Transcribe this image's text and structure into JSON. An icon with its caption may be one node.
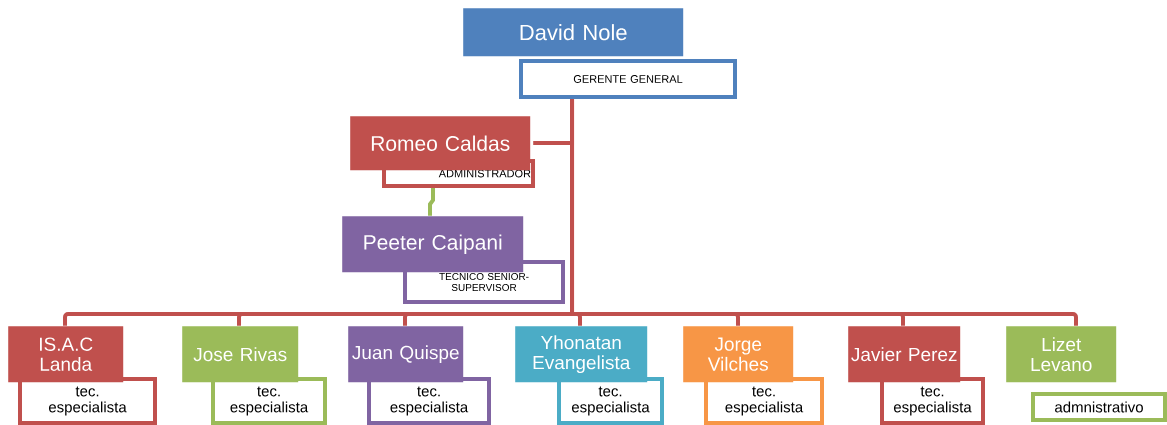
{
  "diagram": {
    "nodes": [
      {
        "text": [
          "David Nole",
          "GERENTE GENERAL"
        ]
      },
      {
        "text": [
          "Romeo Caldas",
          "ADMINISTRADOR"
        ]
      },
      {
        "text": [
          "Peeter Caipani",
          "TECNICO SENIOR-SUPERVISOR"
        ]
      },
      {
        "text": [
          "IS.A.C Landa",
          "tec. especialista"
        ]
      },
      {
        "text": [
          "Jose Rivas",
          "tec. especialista"
        ]
      },
      {
        "text": [
          "Juan Quispe",
          "tec. especialista"
        ]
      },
      {
        "text": [
          "Yhonatan Evangelista",
          "tec. especialista"
        ]
      },
      {
        "text": [
          "Jorge Vilches",
          "tec. especialista"
        ]
      },
      {
        "text": [
          "Javier Perez",
          "tec. especialista"
        ]
      },
      {
        "text": [
          "Lizet Levano",
          "admnistrativo"
        ]
      }
    ],
    "edges": [
      {
        "from": 0,
        "to": 1,
        "arrow": "none"
      },
      {
        "from": 1,
        "to": 2,
        "arrow": "none",
        "color": "#9bbb59"
      },
      {
        "from": 0,
        "to": 3,
        "arrow": "none"
      },
      {
        "from": 0,
        "to": 4,
        "arrow": "none"
      },
      {
        "from": 0,
        "to": 5,
        "arrow": "none"
      },
      {
        "from": 0,
        "to": 6,
        "arrow": "none"
      },
      {
        "from": 0,
        "to": 7,
        "arrow": "none"
      },
      {
        "from": 0,
        "to": 8,
        "arrow": "none"
      },
      {
        "from": 0,
        "to": 9,
        "arrow": "none"
      }
    ]
  }
}
